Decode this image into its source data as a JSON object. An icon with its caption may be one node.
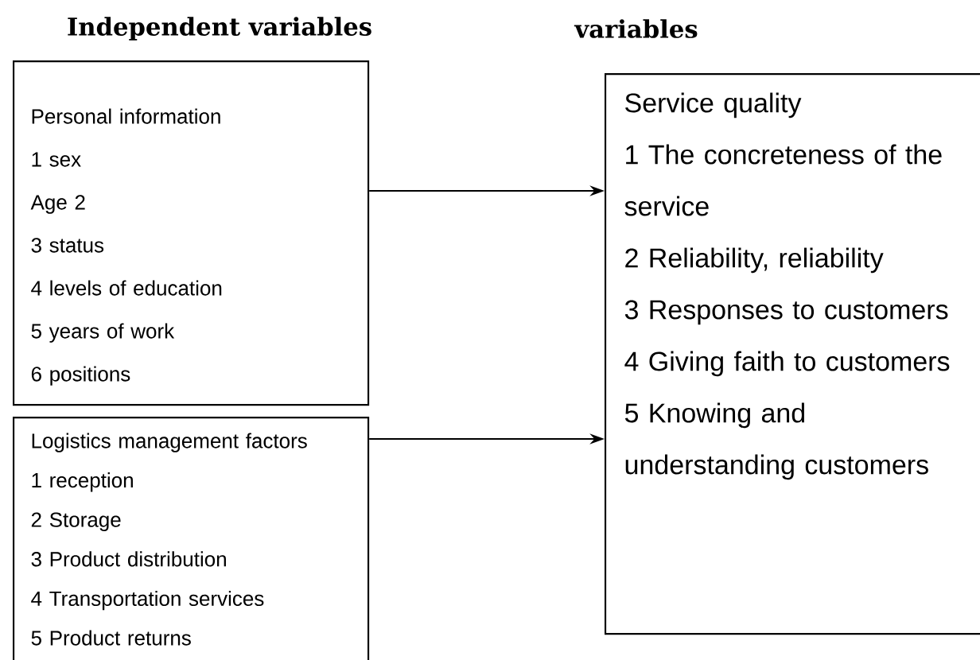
{
  "diagram": {
    "nodes": [
      {
        "text": [
          "Personal information",
          "1 sex",
          "Age 2",
          "3 status",
          "4 levels of education",
          "5 years of work",
          "6 positions"
        ]
      },
      {
        "text": [
          "Logistics management factors",
          "1 reception",
          "2 Storage",
          "3 Product distribution",
          "4 Transportation services",
          "5 Product returns"
        ]
      },
      {
        "text": [
          "Service quality",
          "1 The concreteness of the service",
          "2 Reliability, reliability",
          "3 Responses to customers",
          "4 Giving faith to customers",
          "5 Knowing and understanding customers"
        ]
      }
    ],
    "edges": [
      {
        "from": 0,
        "to": 2,
        "arrow": "to"
      },
      {
        "from": 1,
        "to": 2,
        "arrow": "to"
      }
    ],
    "labels": [
      "Independent variables",
      "variables"
    ]
  }
}
